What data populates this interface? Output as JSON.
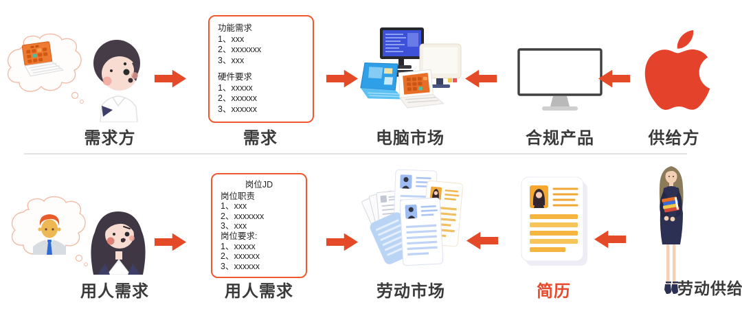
{
  "colors": {
    "accent_arrow": "#E54A28",
    "box_border": "#F0572E",
    "label_text": "#3A3A3A",
    "resume_label": "#E8492C",
    "divider": "#E2E2E2",
    "apple_logo": "#E5422B"
  },
  "flow_arrows": {
    "top": [
      "right",
      "right",
      "left",
      "left"
    ],
    "bottom": [
      "right",
      "right",
      "left",
      "left"
    ]
  },
  "icons": [
    "thought-bubble-laptop-icon",
    "demander-avatar-icon",
    "computer-market-icon",
    "compliant-monitor-icon",
    "apple-logo-icon",
    "thought-bubble-recruit-icon",
    "hiring-girl-avatar-icon",
    "resume-pile-icon",
    "resume-card-icon",
    "jobseeker-woman-icon"
  ],
  "top_row": {
    "demander": {
      "label": "需求方"
    },
    "requirement_box": {
      "label": "需求",
      "lines": [
        "功能需求",
        "1、xxx",
        "2、xxxxxxx",
        "3、xxx",
        "硬件要求",
        "1、xxxxx",
        "2、xxxxxx",
        "3、xxxxxx"
      ]
    },
    "market": {
      "label": "电脑市场"
    },
    "product": {
      "label": "合规产品"
    },
    "supplier": {
      "label": "供给方"
    }
  },
  "bottom_row": {
    "demander": {
      "label": "用人需求"
    },
    "jd_box": {
      "label": "用人需求",
      "title": "岗位JD",
      "lines": [
        "岗位职责",
        "1、xxx",
        "2、xxxxxxx",
        "3、xxx",
        "岗位要求:",
        "1、xxxxx",
        "2、xxxxxx",
        "3、xxxxxx"
      ]
    },
    "market": {
      "label": "劳动市场"
    },
    "resume": {
      "label": "简历"
    },
    "supply": {
      "label": "劳动供给"
    }
  }
}
